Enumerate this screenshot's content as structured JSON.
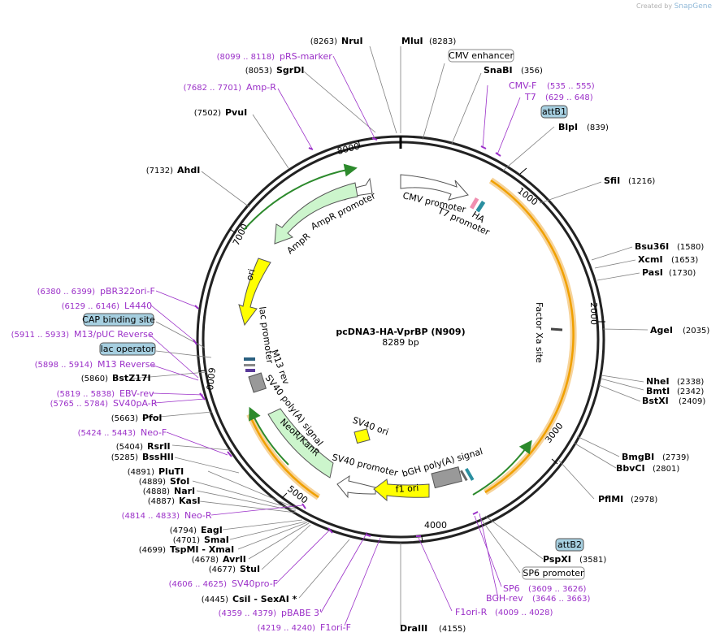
{
  "watermark": {
    "prefix": "Created by",
    "brand": "SnapGene"
  },
  "plasmid": {
    "name": "pcDNA3-HA-VprBP (N909)",
    "size": "8289 bp"
  },
  "ticks": [
    "1000",
    "2000",
    "3000",
    "4000",
    "5000",
    "6000",
    "7000",
    "8000"
  ],
  "sites_left": [
    {
      "pos": "(8263)",
      "name": "NruI"
    },
    {
      "pos": "(8053)",
      "name": "SgrDI"
    },
    {
      "pos": "(7502)",
      "name": "PvuI"
    },
    {
      "pos": "(7132)",
      "name": "AhdI"
    },
    {
      "pos": "(5860)",
      "name": "BstZ17I"
    },
    {
      "pos": "(5663)",
      "name": "PfoI"
    },
    {
      "pos": "(5404)",
      "name": "RsrII"
    },
    {
      "pos": "(5285)",
      "name": "BssHII"
    },
    {
      "pos": "(4891)",
      "name": "PluTI"
    },
    {
      "pos": "(4889)",
      "name": "SfoI"
    },
    {
      "pos": "(4888)",
      "name": "NarI"
    },
    {
      "pos": "(4887)",
      "name": "KasI"
    },
    {
      "pos": "(4794)",
      "name": "EagI"
    },
    {
      "pos": "(4701)",
      "name": "SmaI"
    },
    {
      "pos": "(4699)",
      "name": "TspMI  - XmaI"
    },
    {
      "pos": "(4678)",
      "name": "AvrII"
    },
    {
      "pos": "(4677)",
      "name": "StuI"
    },
    {
      "pos": "(4445)",
      "name": "CsiI  - SexAI *"
    }
  ],
  "sites_right": [
    {
      "name": "MluI",
      "pos": "(8283)"
    },
    {
      "name": "SnaBI",
      "pos": "(356)"
    },
    {
      "name": "BlpI",
      "pos": "(839)"
    },
    {
      "name": "SfiI",
      "pos": "(1216)"
    },
    {
      "name": "Bsu36I",
      "pos": "(1580)"
    },
    {
      "name": "XcmI",
      "pos": "(1653)"
    },
    {
      "name": "PasI",
      "pos": "(1730)"
    },
    {
      "name": "AgeI",
      "pos": "(2035)"
    },
    {
      "name": "NheI",
      "pos": "(2338)"
    },
    {
      "name": "BmtI",
      "pos": "(2342)"
    },
    {
      "name": "BstXI",
      "pos": "(2409)"
    },
    {
      "name": "BmgBI",
      "pos": "(2739)"
    },
    {
      "name": "BbvCI",
      "pos": "(2801)"
    },
    {
      "name": "PflMI",
      "pos": "(2978)"
    },
    {
      "name": "PspXI",
      "pos": "(3581)"
    },
    {
      "name": "DraIII",
      "pos": "(4155)"
    }
  ],
  "primers_left": [
    {
      "range": "(8099 .. 8118)",
      "name": "pRS-marker"
    },
    {
      "range": "(7682 .. 7701)",
      "name": "Amp-R"
    },
    {
      "range": "(6380 .. 6399)",
      "name": "pBR322ori-F"
    },
    {
      "range": "(6129 .. 6146)",
      "name": "L4440"
    },
    {
      "range": "(5911 .. 5933)",
      "name": "M13/pUC Reverse"
    },
    {
      "range": "(5898 .. 5914)",
      "name": "M13 Reverse"
    },
    {
      "range": "(5819 .. 5838)",
      "name": "EBV-rev"
    },
    {
      "range": "(5765 .. 5784)",
      "name": "SV40pA-R"
    },
    {
      "range": "(5424 .. 5443)",
      "name": "Neo-F"
    },
    {
      "range": "(4814 .. 4833)",
      "name": "Neo-R"
    },
    {
      "range": "(4606 .. 4625)",
      "name": "SV40pro-F"
    },
    {
      "range": "(4359 .. 4379)",
      "name": "pBABE 3'"
    },
    {
      "range": "(4219 .. 4240)",
      "name": "F1ori-F"
    }
  ],
  "primers_right": [
    {
      "name": "CMV-F",
      "range": "(535 .. 555)"
    },
    {
      "name": "T7",
      "range": "(629 .. 648)"
    },
    {
      "name": "SP6",
      "range": "(3609 .. 3626)"
    },
    {
      "name": "BGH-rev",
      "range": "(3646 .. 3663)"
    },
    {
      "name": "F1ori-R",
      "range": "(4009 .. 4028)"
    }
  ],
  "boxed_labels": {
    "cmv_enhancer": "CMV enhancer",
    "attB1": "attB1",
    "attB2": "attB2",
    "sp6_promoter": "SP6 promoter",
    "cap_binding_site": "CAP binding site",
    "lac_operator": "lac operator"
  },
  "features": {
    "cmv_promoter": "CMV promoter",
    "ha": "HA",
    "t7_promoter": "T7 promoter",
    "factor_xa": "Factor Xa site",
    "bgh_polya": "bGH poly(A) signal",
    "f1_ori": "f1 ori",
    "sv40_promoter": "SV40 promoter",
    "sv40_ori": "SV40 ori",
    "neor": "NeoR/KanR",
    "sv40_polya": "SV40 poly(A) signal",
    "m13_rev": "M13 rev",
    "lac_promoter": "lac promoter",
    "ori": "ori",
    "ampr": "AmpR",
    "ampr_promoter": "AmpR promoter"
  },
  "colors": {
    "backbone": "#222222",
    "orf": "#f0a000",
    "primer": "#9b30c8",
    "boxed": "#a6cfe0",
    "ori": "#ffff00",
    "ampr": "#ccf5cc"
  }
}
